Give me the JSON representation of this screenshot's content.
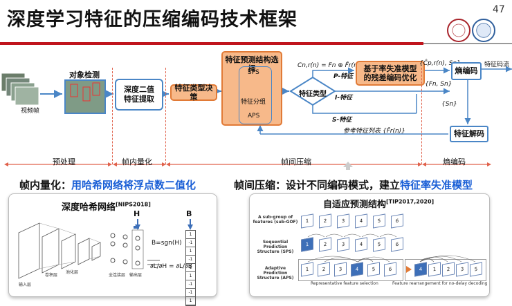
{
  "slide": {
    "title": "深度学习特征的压缩编码技术框架",
    "page_number": "47"
  },
  "diagram": {
    "video_label": "视频帧",
    "object_detect": "对象检测",
    "binary_extract": "深度二值\n特征提取",
    "type_decision": "特征类型决策",
    "pred_select": "特征预测结构选择",
    "sps": "SPS",
    "feature_group": "特征分组",
    "aps": "APS",
    "feature_type": "特征类型",
    "residual_opt": "基于率失准模型\n的残差编码优化",
    "entropy": "熵编码",
    "feature_decode": "特征解码",
    "stream": "特征码流",
    "p_feat": "P-特征",
    "i_feat": "I-特征",
    "s_feat": "S-特征",
    "formula_c": "Cn,r(n) = Fn ⊕ F̂r(n)",
    "set_cp": "{Ĉp,r(n), Sn}",
    "set_fn": "{Fn, Sn}",
    "set_sn": "{Sn}",
    "ref_list": "参考特征列表 {F̂r(n)}"
  },
  "stages": {
    "pre": "预处理",
    "intra": "帧内量化",
    "inter": "帧间压缩",
    "entropy": "熵编码"
  },
  "headings": {
    "left_prefix": "帧内量化：",
    "left_blue": "用哈希网络将浮点数二值化",
    "right_prefix": "帧间压缩：设计不同编码模式，建立",
    "right_blue": "特征率失准模型"
  },
  "left_panel": {
    "title": "深度哈希网络",
    "ref": "[NIPS2018]",
    "h": "H",
    "b": "B",
    "eq1": "B=sgn(H)",
    "eq2": "∂L/∂H = ∂L/∂B",
    "layers": [
      "输入层",
      "卷积层",
      "池化层",
      "全连接层",
      "输出层"
    ],
    "b_vals": [
      "1",
      "-1",
      "1",
      "-1",
      "1",
      "1",
      "-1",
      "-1",
      "1"
    ]
  },
  "right_panel": {
    "title": "自适应预测结构",
    "ref": "[TIP2017,2020]",
    "row1": "A sub-group of features (sub-GOF)",
    "row2": "Sequential Prediction Structure (SPS)",
    "row3": "Adaptive Prediction Structure (APS)",
    "cap1": "Representative feature selection",
    "cap2": "Feature rearrangement for no-delay decoding"
  }
}
